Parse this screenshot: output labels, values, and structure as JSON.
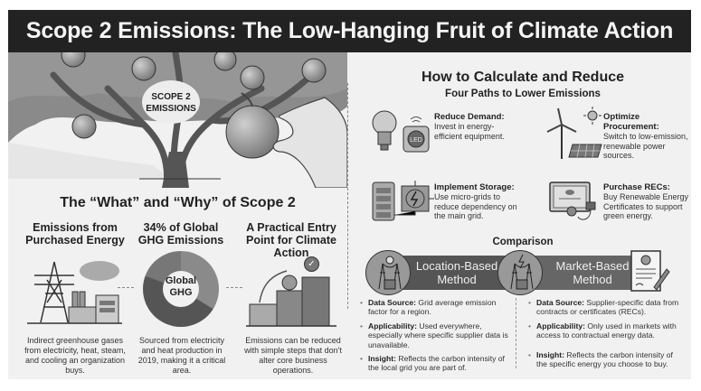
{
  "header": {
    "title": "Scope 2 Emissions: The Low-Hanging Fruit of Climate Action"
  },
  "illustration": {
    "tree_label_line1": "SCOPE 2",
    "tree_label_line2": "EMISSIONS"
  },
  "left_section": {
    "title": "The “What” and “Why” of Scope 2",
    "columns": [
      {
        "heading": "Emissions from Purchased Energy",
        "icon": "power-plant-icon",
        "text": "Indirect greenhouse gases from electricity, heat, steam, and cooling an organization buys."
      },
      {
        "heading": "34% of Global GHG Emissions",
        "icon": "donut-chart-icon",
        "donut_label": "Global GHG",
        "text": "Sourced from electricity and heat production in 2019, making it a critical area."
      },
      {
        "heading": "A Practical Entry Point for Climate Action",
        "icon": "steps-apple-icon",
        "text": "Emissions can be reduced with simple steps that don't alter core business operations."
      }
    ]
  },
  "right_section": {
    "title": "How to Calculate and Reduce",
    "subtitle": "Four Paths to Lower Emissions",
    "paths": [
      {
        "title": "Reduce Demand:",
        "desc": "Invest in energy-efficient equipment.",
        "icon": "led-bulb-icon",
        "badge": "LED"
      },
      {
        "title": "Optimize Procurement:",
        "desc": "Switch to low-emission, renewable power sources.",
        "icon": "wind-solar-icon"
      },
      {
        "title": "Implement Storage:",
        "desc": "Use micro-grids to reduce dependency on the main grid.",
        "icon": "battery-grid-icon"
      },
      {
        "title": "Purchase RECs:",
        "desc": "Buy Renewable Energy Certificates to support green energy.",
        "icon": "certificate-plug-icon"
      }
    ],
    "comparison": {
      "title": "Comparison",
      "location": {
        "label_line1": "Location-Based",
        "label_line2": "Method",
        "bullets": [
          {
            "key": "Data Source:",
            "text": " Grid average emission factor for a region."
          },
          {
            "key": "Applicability:",
            "text": " Used everywhere, especially where specific supplier data is unavailable."
          },
          {
            "key": "Insight:",
            "text": " Reflects the carbon intensity of the local grid you are part of."
          }
        ]
      },
      "market": {
        "label_line1": "Market-Based",
        "label_line2": "Method",
        "bullets": [
          {
            "key": "Data Source:",
            "text": " Supplier-specific data from contracts or certificates (RECs)."
          },
          {
            "key": "Applicability:",
            "text": " Only used in markets with access to contractual energy data."
          },
          {
            "key": "Insight:",
            "text": " Reflects the carbon intensity of the specific energy you choose to buy."
          }
        ]
      }
    }
  },
  "colors": {
    "header_bg": "#222222",
    "panel_bg": "#f1f1f1",
    "banner_bg": "#555555",
    "donut_dark": "#555555",
    "donut_mid": "#777777",
    "donut_light": "#8a8a8a"
  }
}
